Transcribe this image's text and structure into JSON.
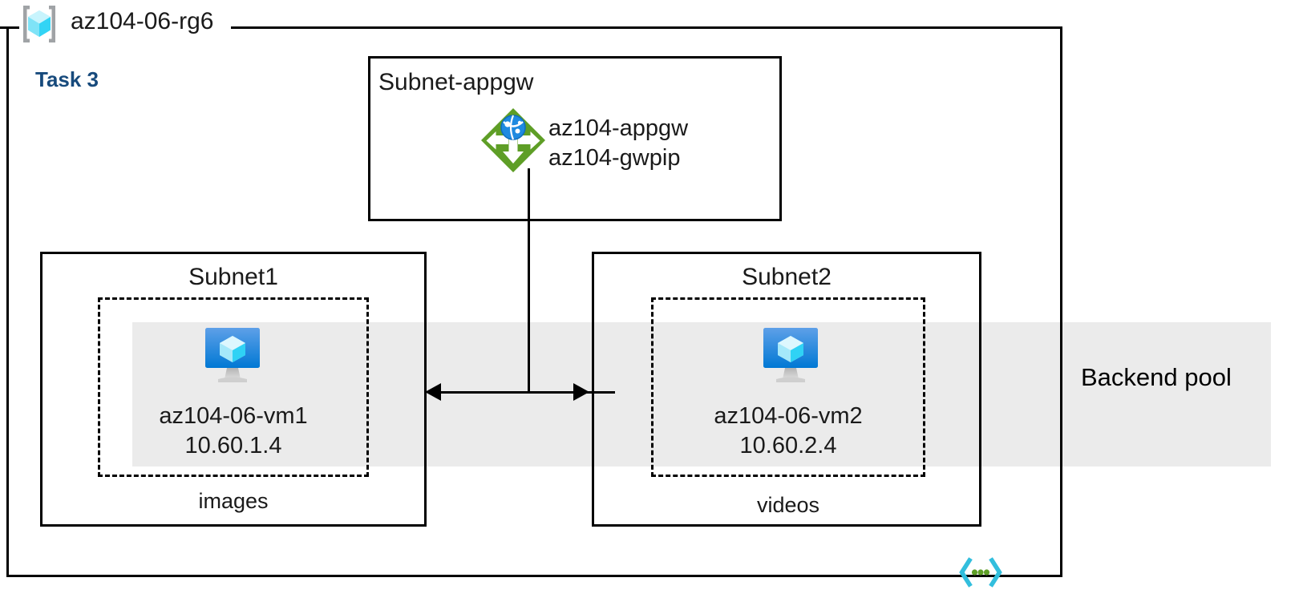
{
  "diagram": {
    "type": "azure-architecture",
    "resource_group": {
      "name": "az104-06-rg6",
      "icon": "resource-group-icon"
    },
    "task_label": "Task 3",
    "backend_pool": {
      "label": "Backend pool",
      "color": "#ebebeb"
    },
    "subnets": [
      {
        "id": "subnet-appgw",
        "title": "Subnet-appgw",
        "resources": [
          {
            "icon": "application-gateway-icon",
            "lines": [
              "az104-appgw",
              "az104-gwpip"
            ]
          }
        ]
      },
      {
        "id": "subnet1",
        "title": "Subnet1",
        "caption": "images",
        "vm": {
          "icon": "virtual-machine-icon",
          "name": "az104-06-vm1",
          "ip": "10.60.1.4"
        }
      },
      {
        "id": "subnet2",
        "title": "Subnet2",
        "caption": "videos",
        "vm": {
          "icon": "virtual-machine-icon",
          "name": "az104-06-vm2",
          "ip": "10.60.2.4"
        }
      }
    ],
    "footer_icon": "virtual-network-icon",
    "colors": {
      "task_accent": "#174a7c",
      "backend_pool_fill": "#ebebeb",
      "appgw_green": "#5e9e26",
      "vm_blue": "#0078d4",
      "vnet_cyan": "#32bedd",
      "vnet_green": "#5e9e26",
      "rg_gray": "#a0a3a6",
      "rg_cube_cyan": "#32d4f5"
    }
  }
}
